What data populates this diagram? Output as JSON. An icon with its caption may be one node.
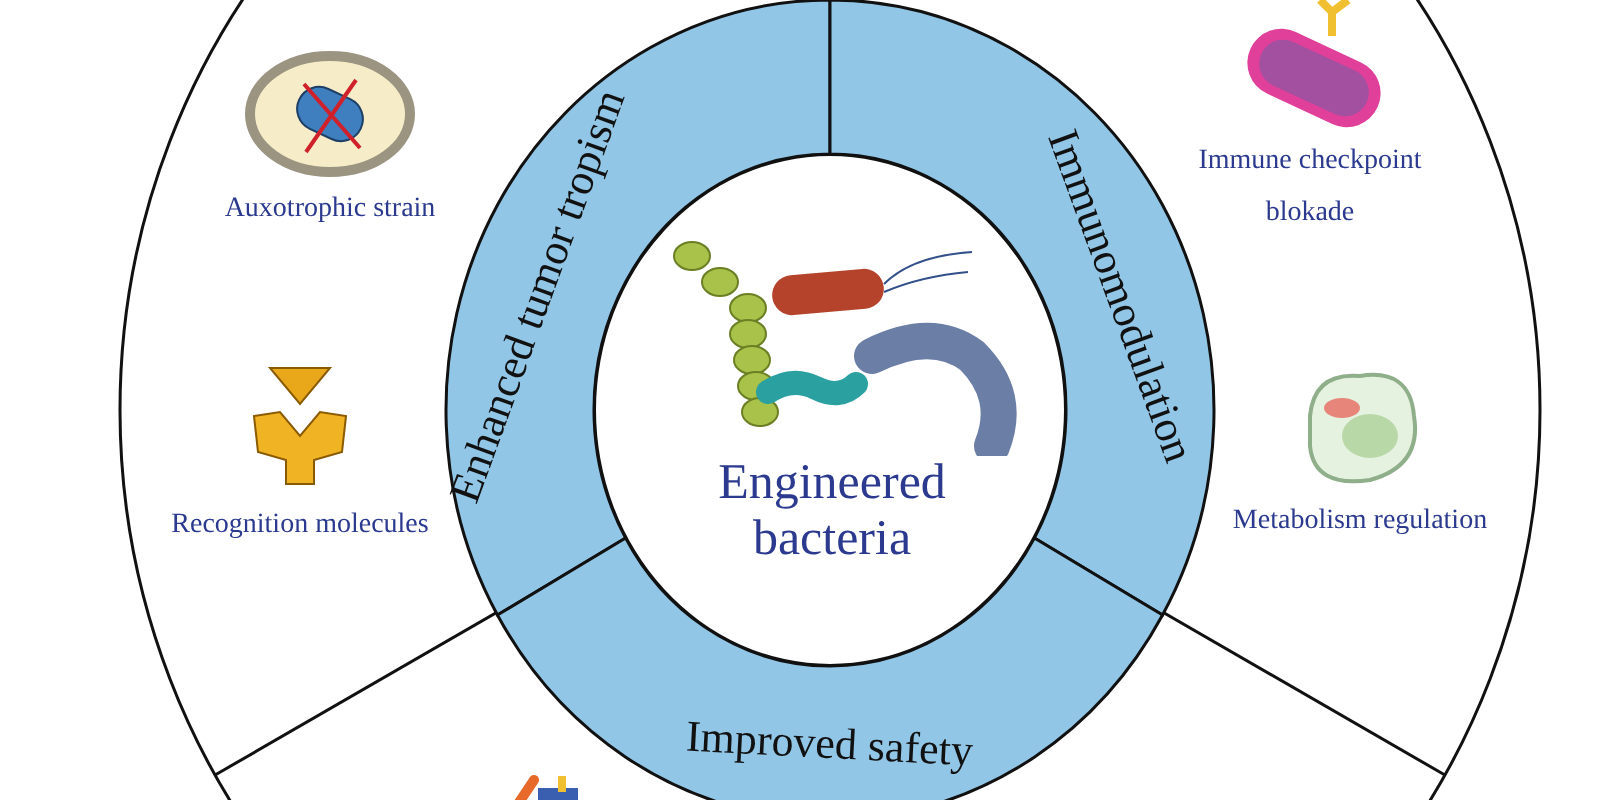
{
  "diagram": {
    "nodes": [
      {
        "text": [
          "Engineered bacteria"
        ]
      },
      {
        "text": [
          "Enhanced tumor tropism"
        ]
      },
      {
        "text": [
          "Immunomodulation"
        ]
      },
      {
        "text": [
          "Improved safety"
        ]
      },
      {
        "text": [
          "Auxotrophic strain"
        ]
      },
      {
        "text": [
          "Recognition molecules"
        ]
      },
      {
        "text": [
          "Immune checkpoint blokade"
        ]
      },
      {
        "text": [
          "Metabolism regulation"
        ]
      }
    ]
  }
}
